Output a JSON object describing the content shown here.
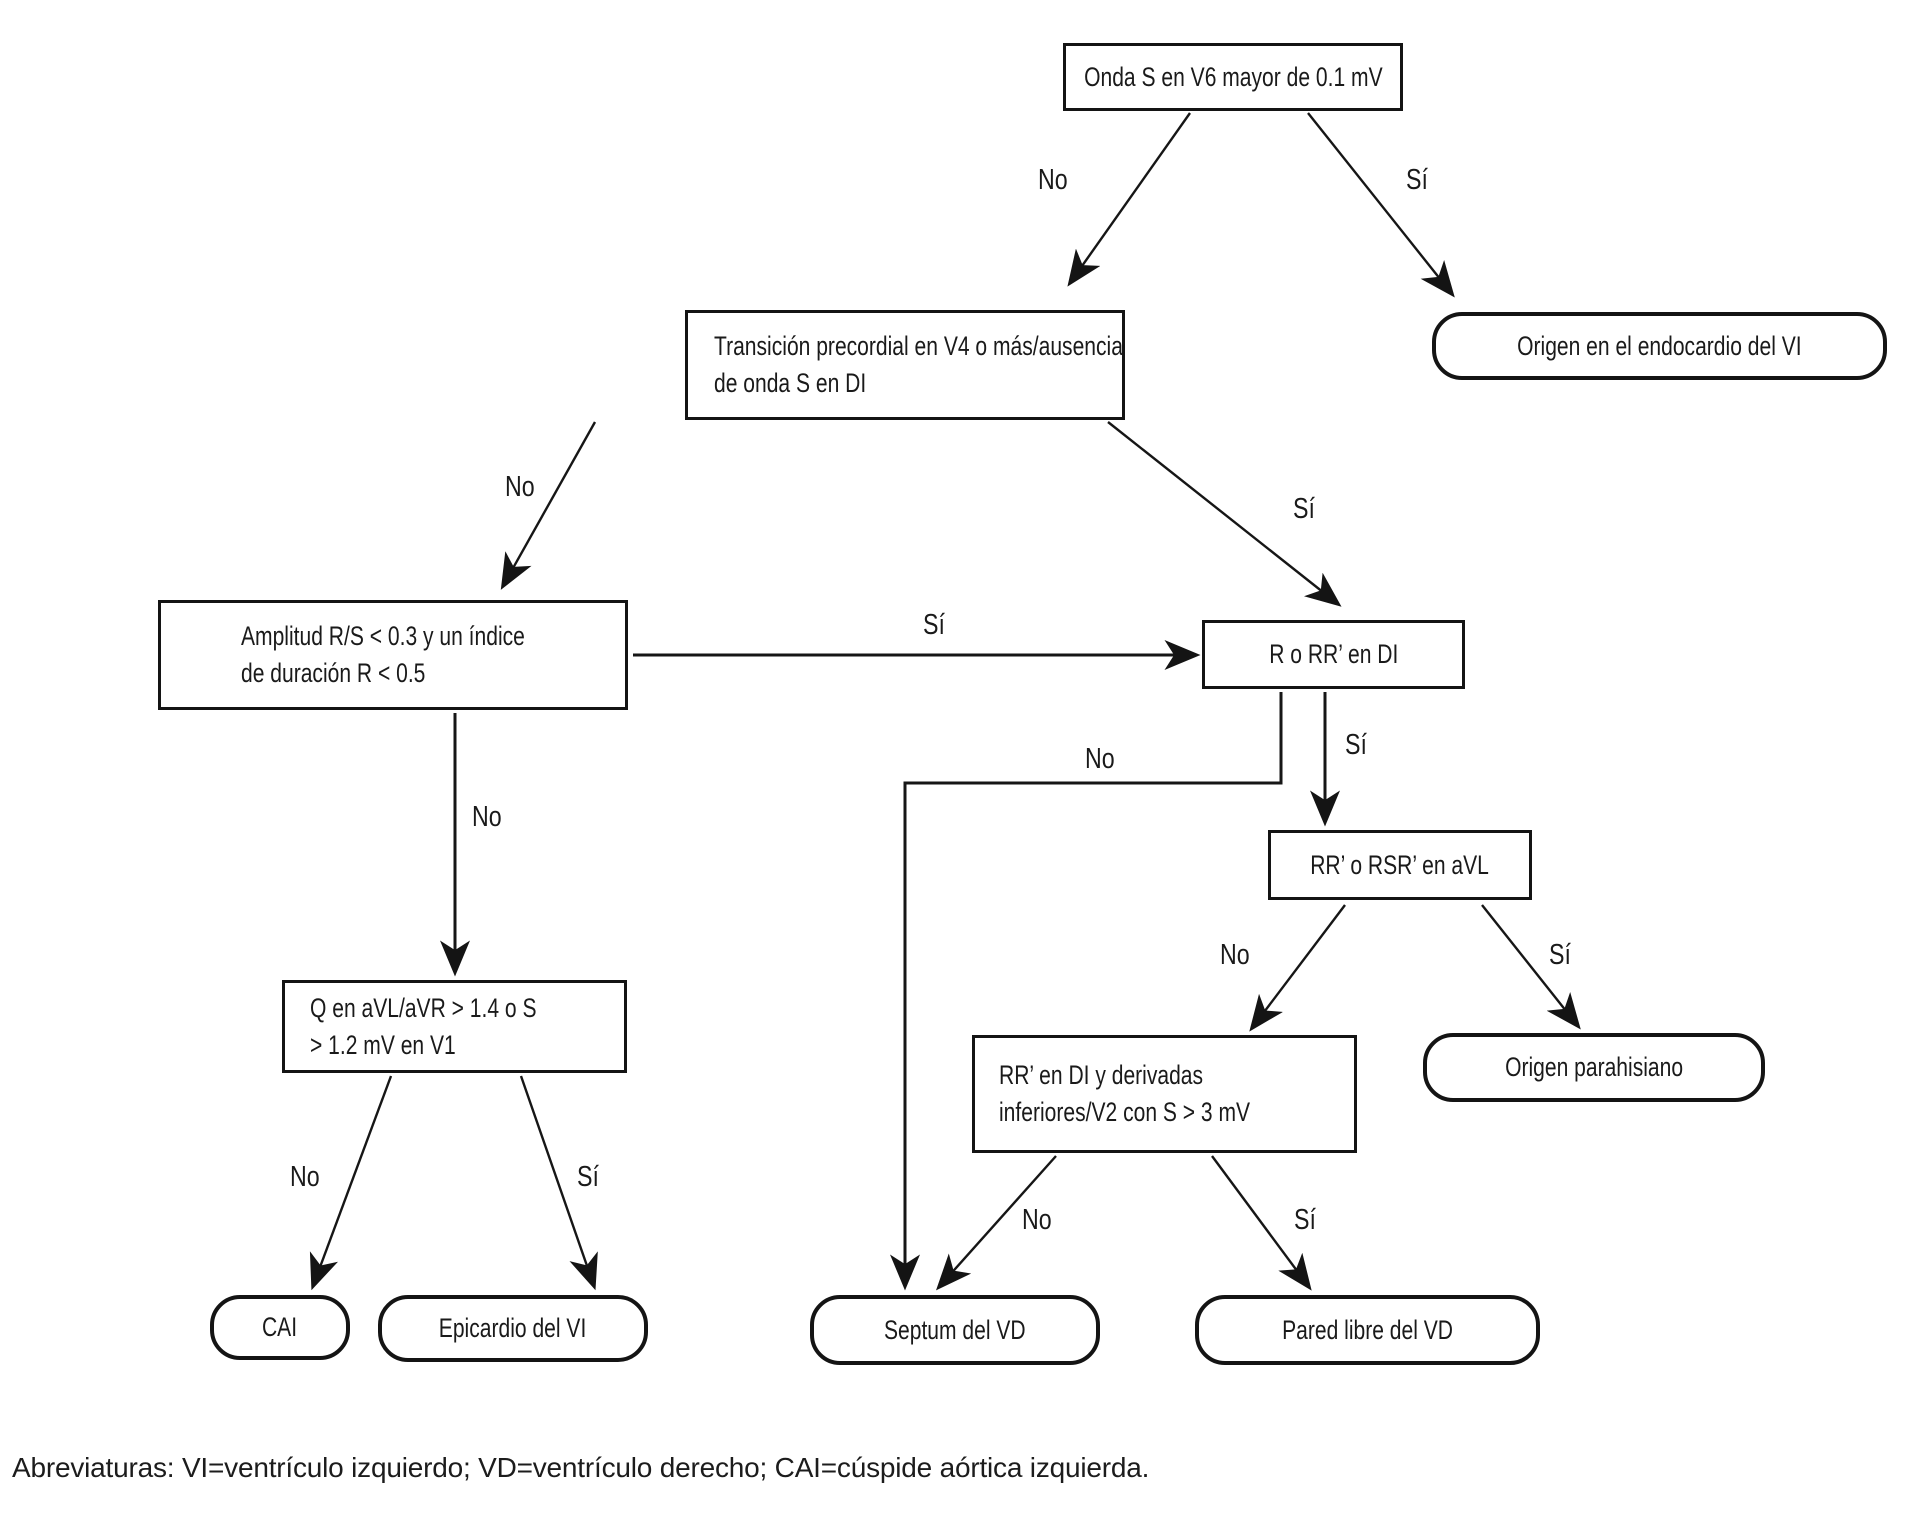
{
  "diagram": {
    "type": "decision-flowchart",
    "language": "es",
    "colors": {
      "ink": "#161616",
      "background": "#ffffff"
    },
    "nodes": {
      "onda_s": {
        "shape": "rect",
        "lines": [
          "Onda S en V6 mayor de 0.1 mV"
        ]
      },
      "transicion": {
        "shape": "rect",
        "lines": [
          "Transición precordial en V4 o más/ausencia",
          "de onda S en DI"
        ]
      },
      "endocardio": {
        "shape": "rounded",
        "lines": [
          "Origen en el endocardio del VI"
        ]
      },
      "amplitud": {
        "shape": "rect",
        "lines": [
          "Amplitud R/S < 0.3 y un índice",
          "de duración R < 0.5"
        ]
      },
      "r_rr_di": {
        "shape": "rect",
        "lines": [
          "R o RR’ en DI"
        ]
      },
      "rsr_avl": {
        "shape": "rect",
        "lines": [
          "RR’ o RSR’ en aVL"
        ]
      },
      "q_avl": {
        "shape": "rect",
        "lines": [
          "Q en aVL/aVR > 1.4 o S",
          "> 1.2 mV en V1"
        ]
      },
      "rr_derivadas": {
        "shape": "rect",
        "lines": [
          "RR’ en DI y derivadas",
          "inferiores/V2 con S > 3 mV"
        ]
      },
      "parahisiano": {
        "shape": "rounded",
        "lines": [
          "Origen parahisiano"
        ]
      },
      "cai": {
        "shape": "rounded",
        "lines": [
          "CAI"
        ]
      },
      "epicardio": {
        "shape": "rounded",
        "lines": [
          "Epicardio del VI"
        ]
      },
      "septum": {
        "shape": "rounded",
        "lines": [
          "Septum del VD"
        ]
      },
      "pared_libre": {
        "shape": "rounded",
        "lines": [
          "Pared libre del VD"
        ]
      }
    },
    "edges": [
      {
        "from": "onda_s",
        "to": "transicion",
        "label": "No"
      },
      {
        "from": "onda_s",
        "to": "endocardio",
        "label": "Sí"
      },
      {
        "from": "transicion",
        "to": "amplitud",
        "label": "No"
      },
      {
        "from": "transicion",
        "to": "r_rr_di",
        "label": "Sí"
      },
      {
        "from": "amplitud",
        "to": "r_rr_di",
        "label": "Sí"
      },
      {
        "from": "amplitud",
        "to": "q_avl",
        "label": "No"
      },
      {
        "from": "r_rr_di",
        "to": "septum",
        "label": "No"
      },
      {
        "from": "r_rr_di",
        "to": "rsr_avl",
        "label": "Sí"
      },
      {
        "from": "rsr_avl",
        "to": "rr_derivadas",
        "label": "No"
      },
      {
        "from": "rsr_avl",
        "to": "parahisiano",
        "label": "Sí"
      },
      {
        "from": "q_avl",
        "to": "cai",
        "label": "No"
      },
      {
        "from": "q_avl",
        "to": "epicardio",
        "label": "Sí"
      },
      {
        "from": "rr_derivadas",
        "to": "septum",
        "label": "No"
      },
      {
        "from": "rr_derivadas",
        "to": "pared_libre",
        "label": "Sí"
      }
    ],
    "footer": "Abreviaturas: VI=ventrículo izquierdo; VD=ventrículo derecho; CAI=cúspide aórtica izquierda."
  }
}
